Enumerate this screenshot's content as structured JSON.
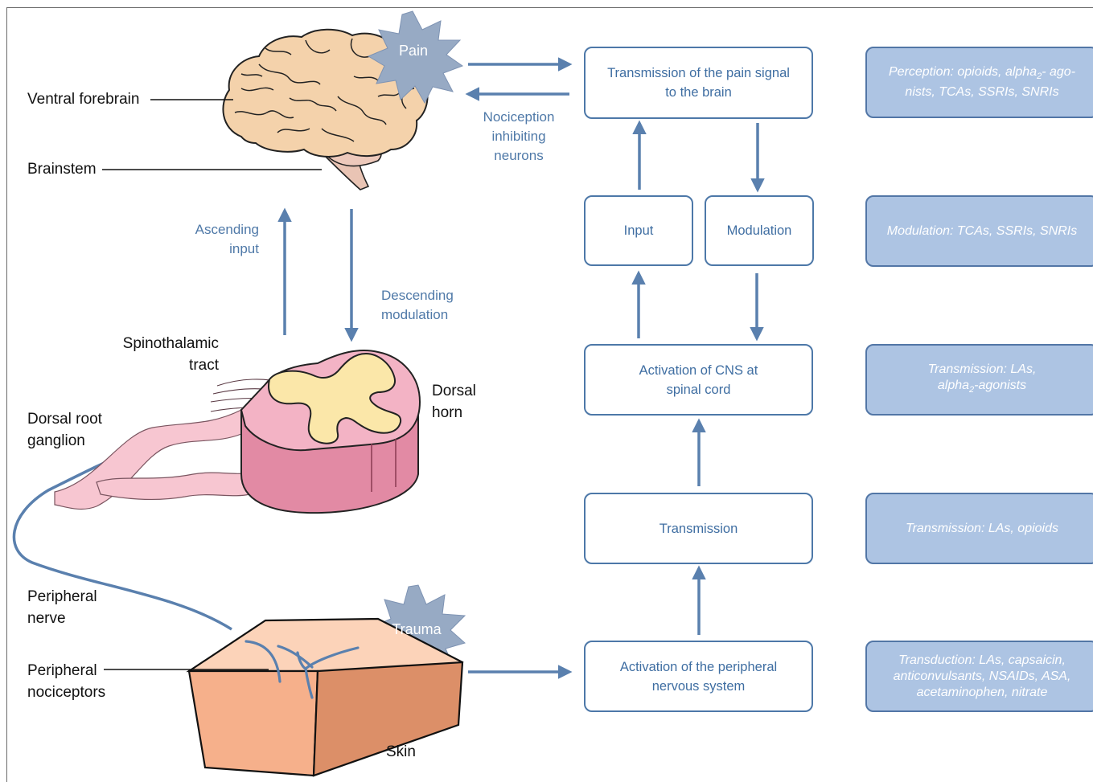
{
  "anatomy_labels": {
    "ventral_forebrain": "Ventral forebrain",
    "brainstem": "Brainstem",
    "spinothalamic_tract": "Spinothalamic\ntract",
    "dorsal_horn": "Dorsal\nhorn",
    "dorsal_root_ganglion": "Dorsal root\nganglion",
    "peripheral_nerve": "Peripheral\nnerve",
    "peripheral_nociceptors": "Peripheral\nnociceptors",
    "skin": "Skin"
  },
  "bursts": {
    "pain": "Pain",
    "trauma": "Trauma"
  },
  "pathway_labels": {
    "ascending_input": "Ascending\ninput",
    "descending_modulation": "Descending\nmodulation",
    "nociception_inhibiting": "Nociception\ninhibiting\nneurons"
  },
  "flow_boxes": {
    "transmission_to_brain": "Transmission of the pain signal\nto the brain",
    "input": "Input",
    "modulation": "Modulation",
    "activation_cns": "Activation of CNS at\nspinal cord",
    "transmission": "Transmission",
    "activation_pns": "Activation of the peripheral\nnervous system"
  },
  "drug_boxes": {
    "perception_prefix": "Perception: opioids, alpha",
    "perception_sub": "2",
    "perception_suffix": "- ago-",
    "perception_line2": "nists, TCAs, SSRIs, SNRIs",
    "modulation": "Modulation: TCAs, SSRIs, SNRIs",
    "transmission1_line1": "Transmission: LAs,",
    "transmission1_prefix": "alpha",
    "transmission1_sub": "2",
    "transmission1_suffix": "-agonists",
    "transmission2": "Transmission: LAs, opioids",
    "transduction": "Transduction: LAs, capsaicin,\nanticonvulsants, NSAIDs, ASA,\nacetaminophen, nitrate"
  },
  "colors": {
    "arrow": "#5a80ae",
    "box_border": "#4d78a8",
    "box_text": "#3f6ea2",
    "drug_fill": "#adc4e3",
    "burst_fill": "#97aac4",
    "brain_fill": "#f4d2ab",
    "spinal_pink": "#e28aa4",
    "grey_matter": "#fbe7a9",
    "skin_fill": "#f6b08b"
  }
}
